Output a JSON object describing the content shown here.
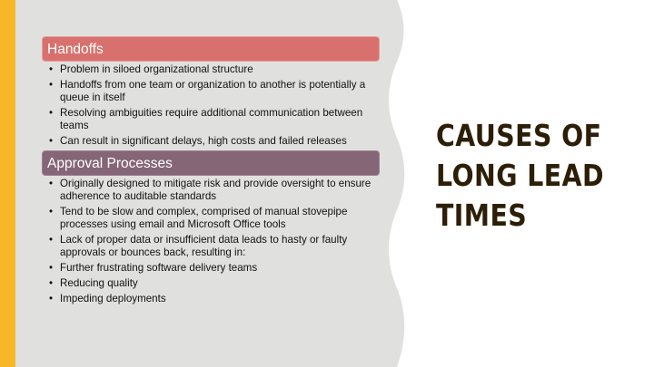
{
  "colors": {
    "accent_bar": "#f6b827",
    "panel": "#e0e0de",
    "handoffs_header": "#d8716d",
    "approval_header": "#856676",
    "title_text": "#2d1e07"
  },
  "title_lines": [
    "CAUSES OF",
    "LONG LEAD",
    "TIMES"
  ],
  "sections": [
    {
      "heading": "Handoffs",
      "bullets": [
        "Problem in siloed organizational structure",
        "Handoffs from one team or organization to another is potentially a queue in itself",
        "Resolving ambiguities require additional communication between teams",
        "Can result in significant delays, high costs and failed releases"
      ]
    },
    {
      "heading": "Approval Processes",
      "bullets": [
        "Originally designed to mitigate risk and provide oversight to ensure adherence to auditable standards",
        "Tend to be slow and complex, comprised of manual stovepipe processes using email and Microsoft Office tools",
        "Lack of proper data or insufficient data leads to hasty or faulty approvals or bounces back, resulting in:",
        "Further frustrating software delivery teams",
        "Reducing quality",
        "Impeding deployments"
      ]
    }
  ]
}
